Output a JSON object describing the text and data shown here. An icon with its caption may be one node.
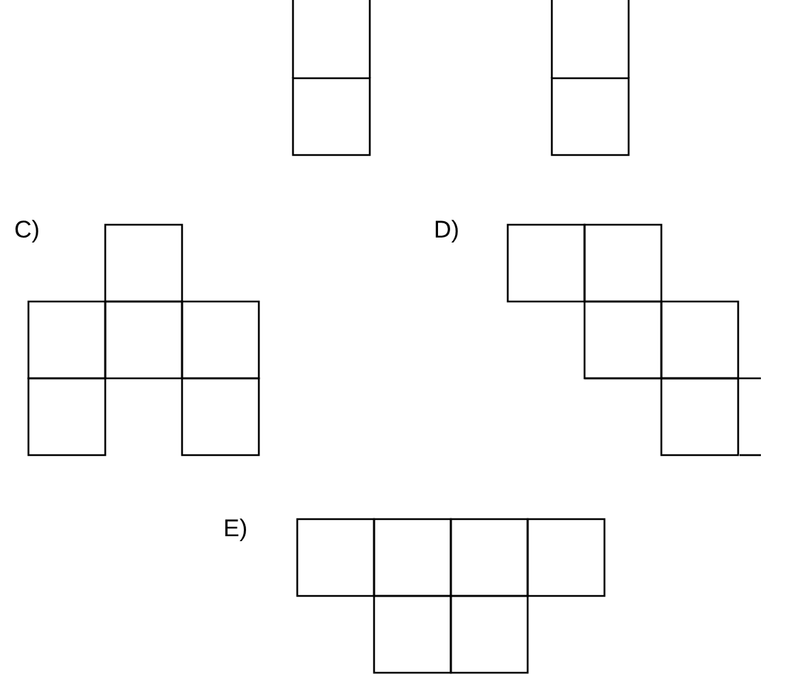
{
  "diagram": {
    "labels": [
      "C)",
      "D)",
      "E)"
    ]
  }
}
